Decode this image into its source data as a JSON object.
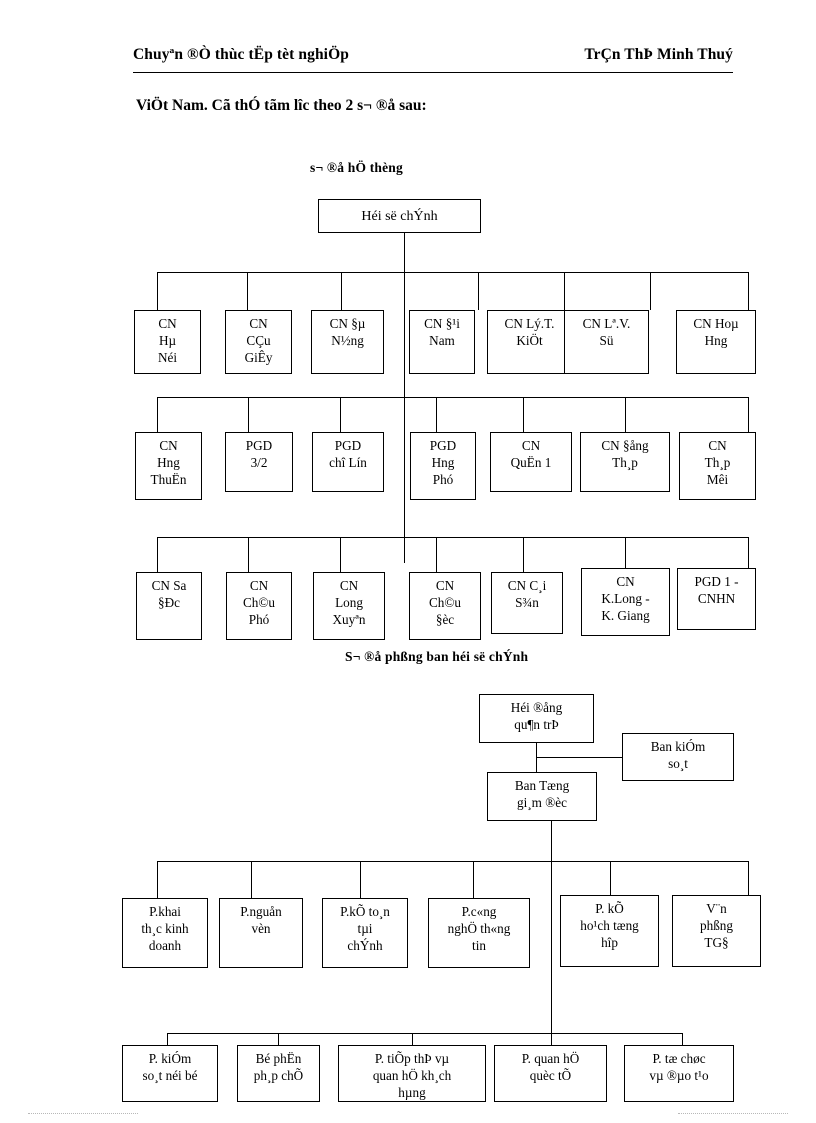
{
  "header": {
    "left_text": "Chuyªn ®Ò thùc tËp tèt nghiÖp",
    "right_text": "TrÇn ThÞ Minh Thuý"
  },
  "intro": {
    "text": "ViÖt Nam. Cã thÓ tãm l­îc  theo 2 s¬ ®å sau:"
  },
  "diagram1": {
    "title": "s¬ ®å hÖ thèng",
    "root": {
      "lines": [
        "Héi së chÝnh"
      ]
    },
    "row1": [
      {
        "lines": [
          "CN",
          "Hµ",
          "Néi"
        ]
      },
      {
        "lines": [
          "CN",
          "CÇu",
          "GiÊy"
        ]
      },
      {
        "lines": [
          "CN §µ",
          "N½ng"
        ]
      },
      {
        "lines": [
          "CN §¹i",
          "Nam"
        ]
      },
      {
        "lines": [
          "CN Lý.T.",
          "KiÖt"
        ]
      },
      {
        "lines": [
          "CN Lª.V.",
          "Sü"
        ]
      },
      {
        "lines": [
          "CN Hoµ",
          "Hng"
        ]
      }
    ],
    "row2": [
      {
        "lines": [
          "CN",
          "Hng",
          "ThuËn"
        ]
      },
      {
        "lines": [
          "PGD",
          "3/2"
        ]
      },
      {
        "lines": [
          "PGD",
          "chî Lín"
        ]
      },
      {
        "lines": [
          "PGD",
          "Hng",
          "Phó"
        ]
      },
      {
        "lines": [
          "CN",
          "QuËn 1"
        ]
      },
      {
        "lines": [
          "CN §ång",
          "Th¸p"
        ]
      },
      {
        "lines": [
          "CN",
          "Th¸p",
          "Mêi"
        ]
      }
    ],
    "row3": [
      {
        "lines": [
          "CN Sa",
          "§Ðc"
        ]
      },
      {
        "lines": [
          "CN",
          "Ch©u",
          "Phó"
        ]
      },
      {
        "lines": [
          "CN",
          "Long",
          "Xuyªn"
        ]
      },
      {
        "lines": [
          "CN",
          "Ch©u",
          "§èc"
        ]
      },
      {
        "lines": [
          "CN C¸i",
          "S¾n"
        ]
      },
      {
        "lines": [
          "CN",
          "K.Long -",
          "K. Giang"
        ]
      },
      {
        "lines": [
          "PGD 1 -",
          "CNHN"
        ]
      }
    ]
  },
  "diagram2": {
    "title": "S¬ ®å phßng ban héi së chÝnh",
    "root": {
      "lines": [
        "Héi ®ång",
        "qu¶n trÞ"
      ]
    },
    "side": {
      "lines": [
        "Ban kiÓm",
        "so¸t"
      ]
    },
    "second": {
      "lines": [
        "Ban Tæng",
        "gi¸m ®èc"
      ]
    },
    "row1": [
      {
        "lines": [
          "P.khai",
          "th¸c  kinh",
          "doanh"
        ]
      },
      {
        "lines": [
          "P.nguån",
          "vèn"
        ]
      },
      {
        "lines": [
          "P.kÕ to¸n",
          "tµi",
          "chÝnh"
        ]
      },
      {
        "lines": [
          "P.c«ng",
          "nghÖ th«ng",
          "tin"
        ]
      },
      {
        "lines": [
          "P. kÕ",
          "ho¹ch tæng",
          "hîp"
        ]
      },
      {
        "lines": [
          "V¨n",
          "phßng",
          "TG§"
        ]
      }
    ],
    "row2": [
      {
        "lines": [
          "P. kiÓm",
          "so¸t néi bé"
        ]
      },
      {
        "lines": [
          "Bé phËn",
          "ph¸p chÕ"
        ]
      },
      {
        "lines": [
          "P. tiÕp thÞ vµ",
          "quan hÖ kh¸ch",
          "hµng"
        ]
      },
      {
        "lines": [
          "P. quan hÖ",
          "quèc tÕ"
        ]
      },
      {
        "lines": [
          "P. tæ chøc",
          "vµ ®µo t¹o"
        ]
      }
    ]
  }
}
